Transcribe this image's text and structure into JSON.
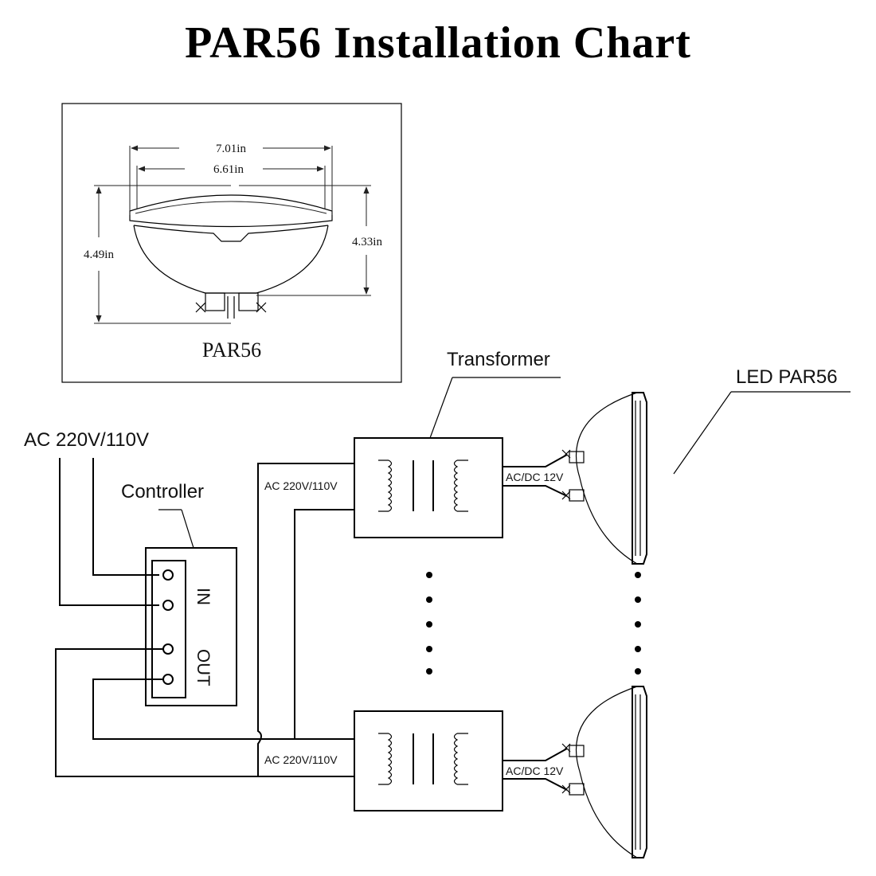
{
  "title": "PAR56 Installation Chart",
  "lamp_detail": {
    "caption": "PAR56",
    "dim_outer_width": "7.01in",
    "dim_inner_width": "6.61in",
    "dim_total_height": "4.49in",
    "dim_body_height": "4.33in"
  },
  "wiring": {
    "power_source_label": "AC 220V/110V",
    "controller_label": "Controller",
    "controller_in_label": "IN",
    "controller_out_label": "OUT",
    "transformer_label": "Transformer",
    "led_label": "LED PAR56",
    "transformer_input_top": "AC 220V/110V",
    "transformer_input_bottom": "AC 220V/110V",
    "output_voltage_top": "AC/DC 12V",
    "output_voltage_bottom": "AC/DC 12V"
  }
}
